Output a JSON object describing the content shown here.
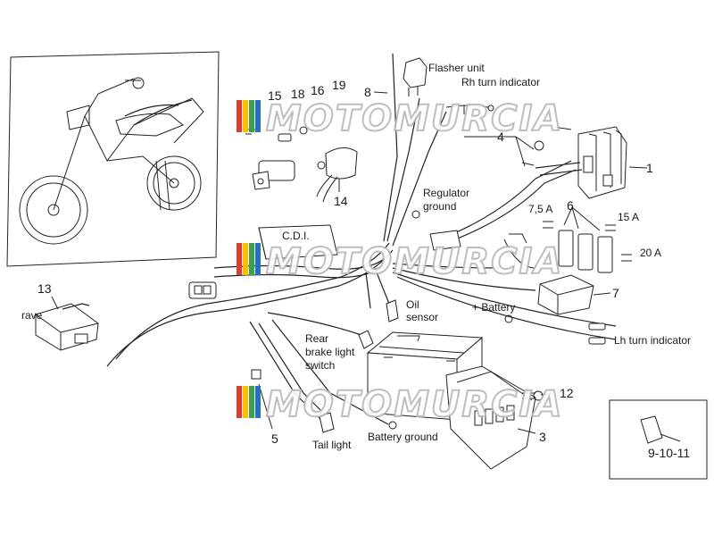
{
  "callouts": {
    "n1": "1",
    "n3": "3",
    "n4": "4",
    "n5": "5",
    "n6": "6",
    "n7": "7",
    "n8": "8",
    "n12": "12",
    "n13": "13",
    "n14": "14",
    "n15": "15",
    "n16": "16",
    "n18": "18",
    "n19": "19",
    "n91011": "9-10-11"
  },
  "labels": {
    "flasher_unit": "Flasher unit",
    "rh_turn": "Rh turn indicator",
    "regulator_ground_1": "Regulator",
    "regulator_ground_2": "ground",
    "cdi": "C.D.I.",
    "fuse_75": "7,5 A",
    "fuse_15": "15 A",
    "fuse_20": "20 A",
    "oil_sensor_1": "Oil",
    "oil_sensor_2": "sensor",
    "plus_battery": "+ Battery",
    "lh_turn": "Lh turn indicator",
    "rave": "rave",
    "rear_brake_1": "Rear",
    "rear_brake_2": "brake light",
    "rear_brake_3": "switch",
    "tail_light": "Tail light",
    "battery_ground": "Battery ground"
  },
  "watermark": {
    "text": "MOTOMURCIA",
    "stripe_colors": [
      "#e23b2e",
      "#f2c200",
      "#3aa24a",
      "#2a6fbf"
    ]
  }
}
